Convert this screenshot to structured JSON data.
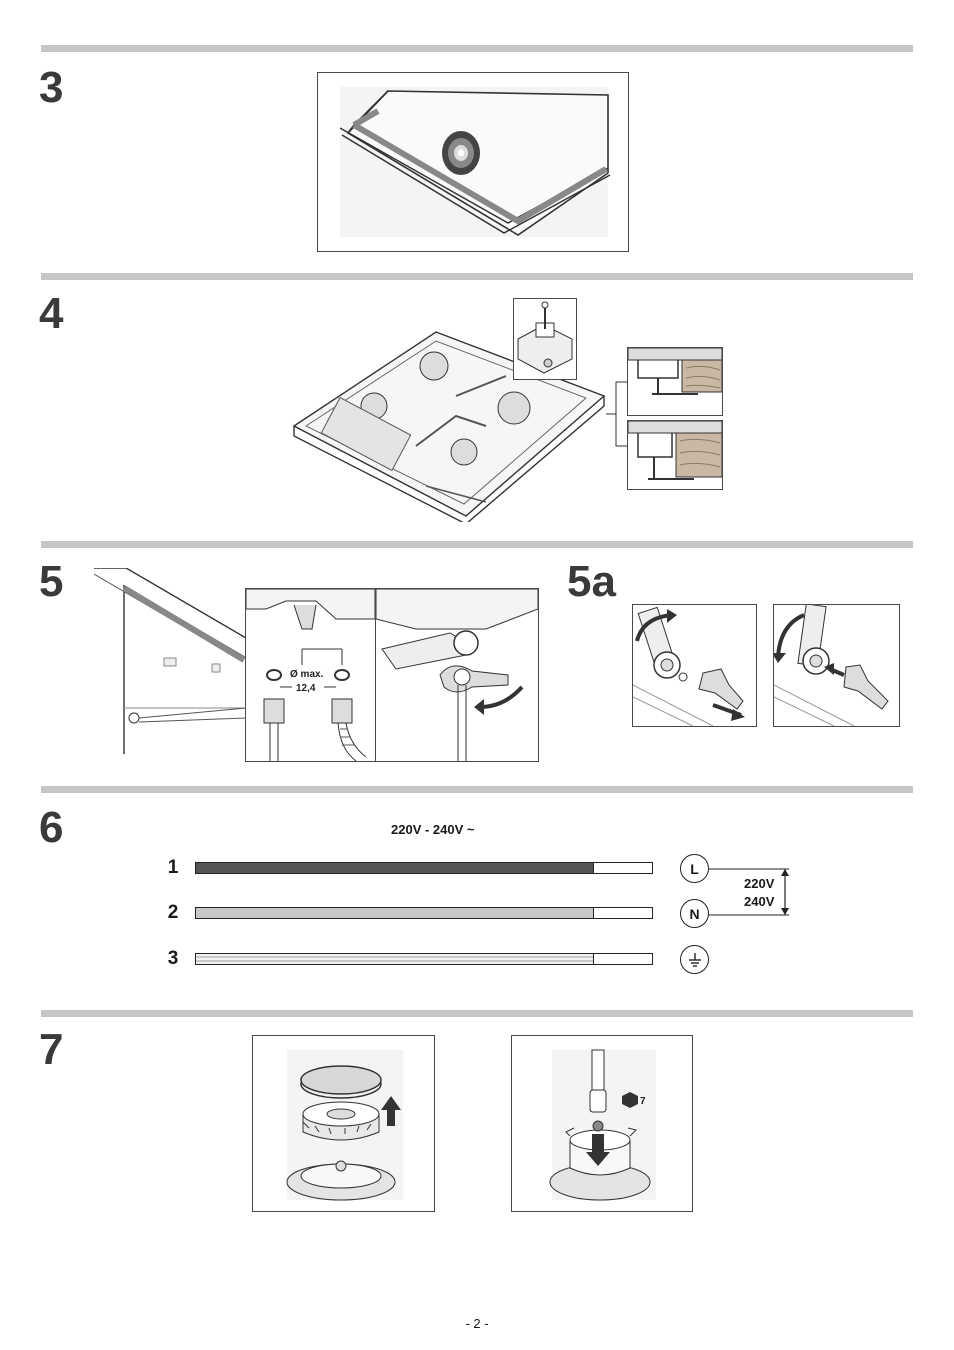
{
  "steps": {
    "s3": "3",
    "s4": "4",
    "s5": "5",
    "s5a": "5a",
    "s6": "6",
    "s7": "7"
  },
  "step5": {
    "diameter_label": "Ø max.",
    "diameter_value": "12,4"
  },
  "step6": {
    "title": "220V - 240V ~",
    "wires": [
      {
        "number": "1",
        "terminal": "L",
        "color": "#555555"
      },
      {
        "number": "2",
        "terminal": "N",
        "color": "#c8c8c8"
      },
      {
        "number": "3",
        "terminal": "earth-icon",
        "color": "#e8e8e8"
      }
    ],
    "voltage_top": "220V",
    "voltage_bottom": "240V"
  },
  "step7": {
    "hex_size": "7"
  },
  "footer": {
    "page_number": "- 2 -"
  }
}
